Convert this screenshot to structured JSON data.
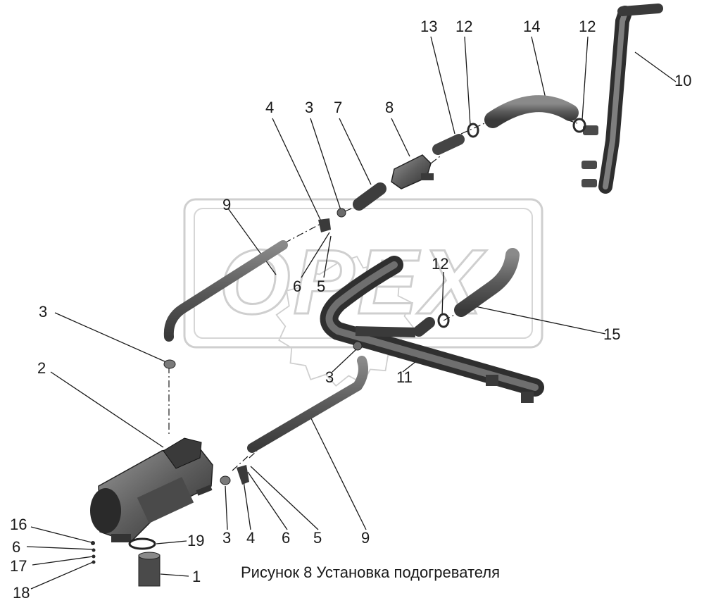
{
  "watermark": {
    "text": "OPEX"
  },
  "caption": "Рисунок 8  Установка подогревателя",
  "callouts": [
    {
      "id": "c13",
      "text": "13"
    },
    {
      "id": "c12a",
      "text": "12"
    },
    {
      "id": "c14",
      "text": "14"
    },
    {
      "id": "c12b",
      "text": "12"
    },
    {
      "id": "c10",
      "text": "10"
    },
    {
      "id": "c4a",
      "text": "4"
    },
    {
      "id": "c3a",
      "text": "3"
    },
    {
      "id": "c7",
      "text": "7"
    },
    {
      "id": "c8",
      "text": "8"
    },
    {
      "id": "c9a",
      "text": "9"
    },
    {
      "id": "c6a",
      "text": "6"
    },
    {
      "id": "c5a",
      "text": "5"
    },
    {
      "id": "c12c",
      "text": "12"
    },
    {
      "id": "c15",
      "text": "15"
    },
    {
      "id": "c3b",
      "text": "3"
    },
    {
      "id": "c2",
      "text": "2"
    },
    {
      "id": "c3c",
      "text": "3"
    },
    {
      "id": "c11",
      "text": "11"
    },
    {
      "id": "c3d",
      "text": "3"
    },
    {
      "id": "c4b",
      "text": "4"
    },
    {
      "id": "c6b",
      "text": "6"
    },
    {
      "id": "c5b",
      "text": "5"
    },
    {
      "id": "c9b",
      "text": "9"
    },
    {
      "id": "c16",
      "text": "16"
    },
    {
      "id": "c6c",
      "text": "6"
    },
    {
      "id": "c17",
      "text": "17"
    },
    {
      "id": "c18",
      "text": "18"
    },
    {
      "id": "c19",
      "text": "19"
    },
    {
      "id": "c1",
      "text": "1"
    }
  ]
}
